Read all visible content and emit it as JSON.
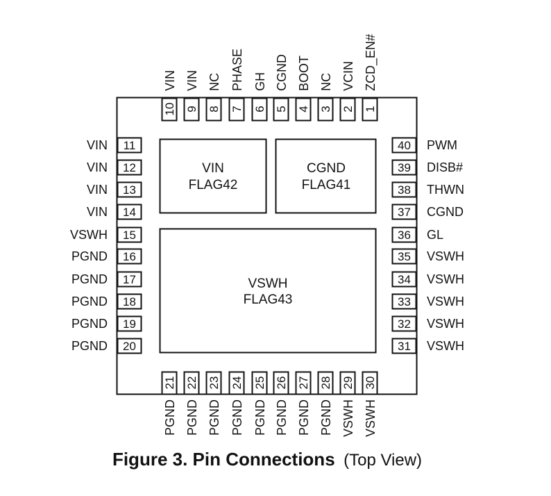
{
  "pins": {
    "top": [
      {
        "n": "10",
        "name": "VIN"
      },
      {
        "n": "9",
        "name": "VIN"
      },
      {
        "n": "8",
        "name": "NC"
      },
      {
        "n": "7",
        "name": "PHASE"
      },
      {
        "n": "6",
        "name": "GH"
      },
      {
        "n": "5",
        "name": "CGND"
      },
      {
        "n": "4",
        "name": "BOOT"
      },
      {
        "n": "3",
        "name": "NC"
      },
      {
        "n": "2",
        "name": "VCIN"
      },
      {
        "n": "1",
        "name": "ZCD_EN#"
      }
    ],
    "left": [
      {
        "n": "11",
        "name": "VIN"
      },
      {
        "n": "12",
        "name": "VIN"
      },
      {
        "n": "13",
        "name": "VIN"
      },
      {
        "n": "14",
        "name": "VIN"
      },
      {
        "n": "15",
        "name": "VSWH"
      },
      {
        "n": "16",
        "name": "PGND"
      },
      {
        "n": "17",
        "name": "PGND"
      },
      {
        "n": "18",
        "name": "PGND"
      },
      {
        "n": "19",
        "name": "PGND"
      },
      {
        "n": "20",
        "name": "PGND"
      }
    ],
    "bottom": [
      {
        "n": "21",
        "name": "PGND"
      },
      {
        "n": "22",
        "name": "PGND"
      },
      {
        "n": "23",
        "name": "PGND"
      },
      {
        "n": "24",
        "name": "PGND"
      },
      {
        "n": "25",
        "name": "PGND"
      },
      {
        "n": "26",
        "name": "PGND"
      },
      {
        "n": "27",
        "name": "PGND"
      },
      {
        "n": "28",
        "name": "PGND"
      },
      {
        "n": "29",
        "name": "VSWH"
      },
      {
        "n": "30",
        "name": "VSWH"
      }
    ],
    "right": [
      {
        "n": "40",
        "name": "PWM"
      },
      {
        "n": "39",
        "name": "DISB#"
      },
      {
        "n": "38",
        "name": "THWN"
      },
      {
        "n": "37",
        "name": "CGND"
      },
      {
        "n": "36",
        "name": "GL"
      },
      {
        "n": "35",
        "name": "VSWH"
      },
      {
        "n": "34",
        "name": "VSWH"
      },
      {
        "n": "33",
        "name": "VSWH"
      },
      {
        "n": "32",
        "name": "VSWH"
      },
      {
        "n": "31",
        "name": "VSWH"
      }
    ]
  },
  "flags": [
    {
      "line1": "VIN",
      "line2": "FLAG42"
    },
    {
      "line1": "CGND",
      "line2": "FLAG41"
    },
    {
      "line1": "VSWH",
      "line2": "FLAG43"
    }
  ],
  "caption": {
    "bold": "Figure 3. Pin Connections",
    "normal": "(Top View)"
  }
}
